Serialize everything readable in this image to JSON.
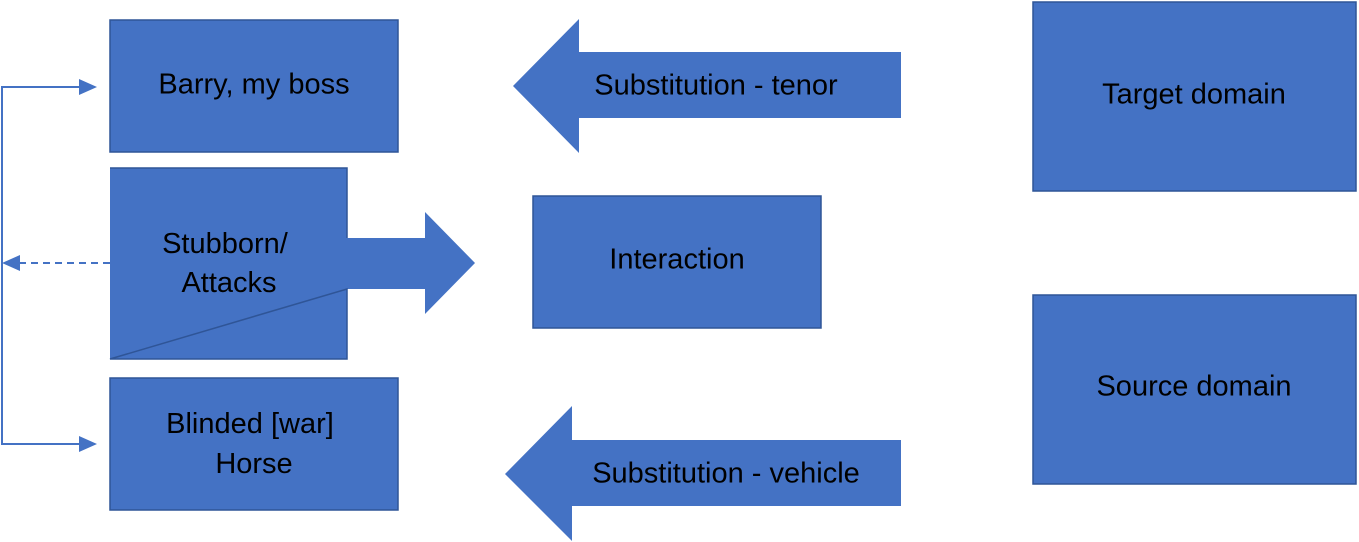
{
  "diagram": {
    "nodes": {
      "tenor_box": {
        "text": "Barry, my boss"
      },
      "common_box": {
        "lines": [
          "Stubborn/",
          "Attacks"
        ]
      },
      "vehicle_box": {
        "lines": [
          "Blinded [war]",
          "Horse"
        ]
      },
      "interaction_box": {
        "text": "Interaction"
      },
      "target_domain": {
        "text": "Target domain"
      },
      "source_domain": {
        "text": "Source domain"
      }
    },
    "arrows": {
      "substitution_tenor": {
        "text": "Substitution - tenor"
      },
      "substitution_vehicle": {
        "text": "Substitution - vehicle"
      }
    },
    "colors": {
      "fill": "#4472c4",
      "border": "#2f5597",
      "text": "#000000"
    }
  }
}
